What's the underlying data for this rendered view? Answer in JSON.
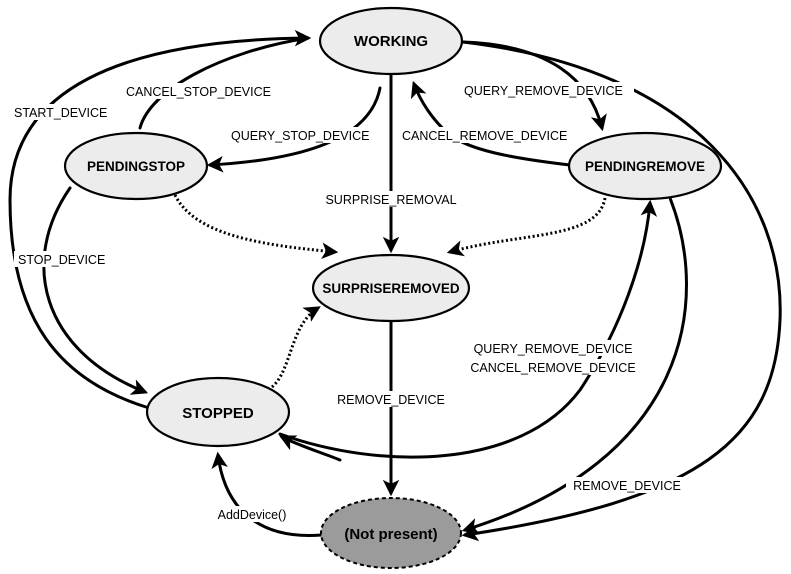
{
  "states": {
    "working": "WORKING",
    "pendingstop": "PENDINGSTOP",
    "pendingremove": "PENDINGREMOVE",
    "surpriseremoved": "SURPRISEREMOVED",
    "stopped": "STOPPED",
    "not_present": "(Not present)"
  },
  "transitions": {
    "start_device": "START_DEVICE",
    "cancel_stop_device": "CANCEL_STOP_DEVICE",
    "query_stop_device": "QUERY_STOP_DEVICE",
    "query_remove_device_top": "QUERY_REMOVE_DEVICE",
    "cancel_remove_device_top": "CANCEL_REMOVE_DEVICE",
    "surprise_removal": "SURPRISE_REMOVAL",
    "stop_device": "STOP_DEVICE",
    "query_remove_device_mid": "QUERY_REMOVE_DEVICE",
    "cancel_remove_device_mid": "CANCEL_REMOVE_DEVICE",
    "remove_device_center": "REMOVE_DEVICE",
    "remove_device_right": "REMOVE_DEVICE",
    "add_device": "AddDevice()"
  }
}
